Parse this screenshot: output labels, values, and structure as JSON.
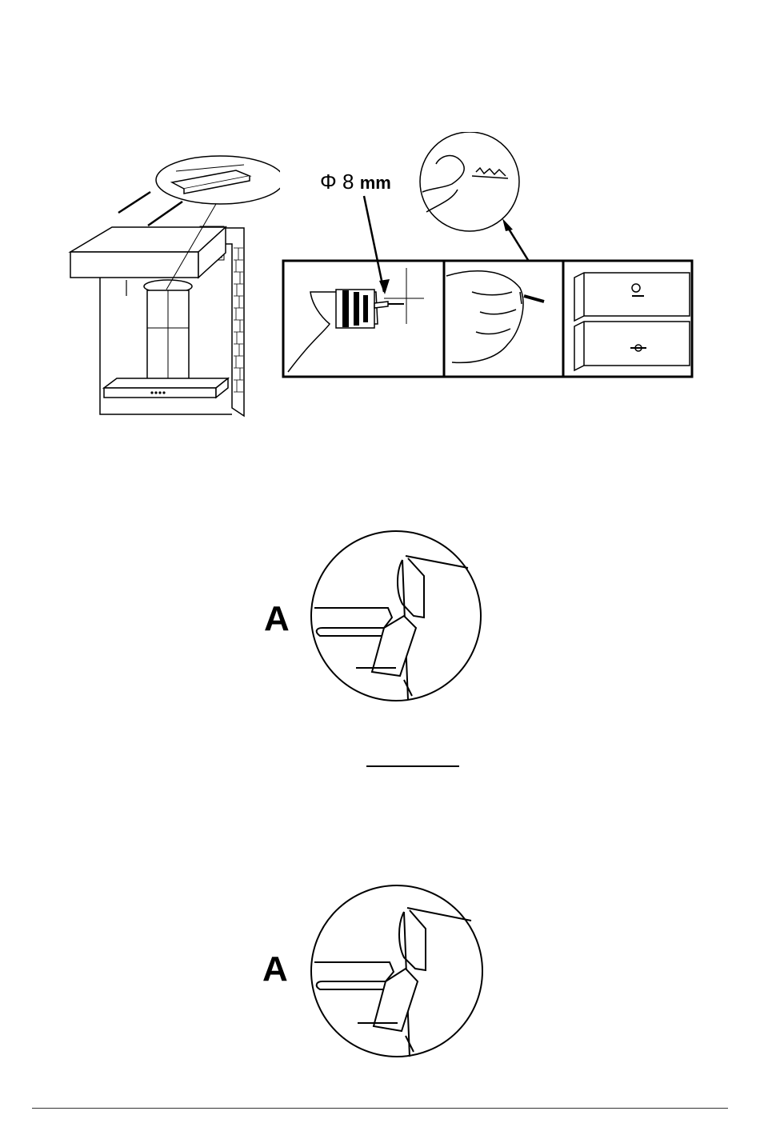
{
  "drill_diameter": {
    "symbol": "Φ",
    "value": "8",
    "unit": "mm"
  },
  "detail_labels": {
    "upper": "A",
    "lower": "A"
  }
}
